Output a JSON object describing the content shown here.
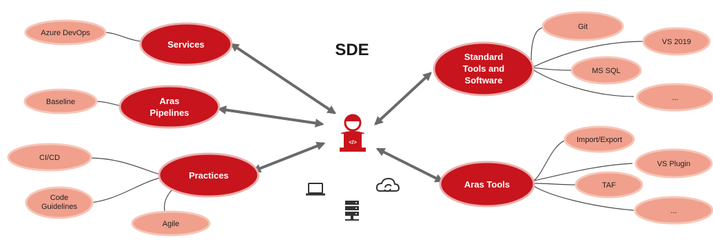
{
  "title": "SDE",
  "colors": {
    "primary_fill": "#c8141c",
    "primary_stroke": "#e8b0ae",
    "leaf_fill": "#f0a08c",
    "leaf_stroke": "#f6c6b8",
    "arrow": "#6a6a6a",
    "connector": "#4a4a4a",
    "icon": "#333333",
    "person_icon": "#c8141c"
  },
  "hubs": {
    "services": "Services",
    "aras_pipelines": [
      "Aras",
      "Pipelines"
    ],
    "practices": "Practices",
    "standard_tools": [
      "Standard",
      "Tools and",
      "Software"
    ],
    "aras_tools": "Aras Tools"
  },
  "leaves": {
    "azure_devops": "Azure DevOps",
    "baseline": "Baseline",
    "ci_cd": "CI/CD",
    "code_guidelines": [
      "Code",
      "Guidelines"
    ],
    "agile": "Agile",
    "git": "Git",
    "vs2019": "VS 2019",
    "ms_sql": "MS SQL",
    "tools_more": "...",
    "import_export": "Import/Export",
    "vs_plugin": "VS Plugin",
    "taf": "TAF",
    "aras_tools_more": "..."
  },
  "icons": {
    "center": "developer-person-icon",
    "laptop": "laptop-icon",
    "cloud": "cloud-sync-icon",
    "server": "server-icon"
  }
}
